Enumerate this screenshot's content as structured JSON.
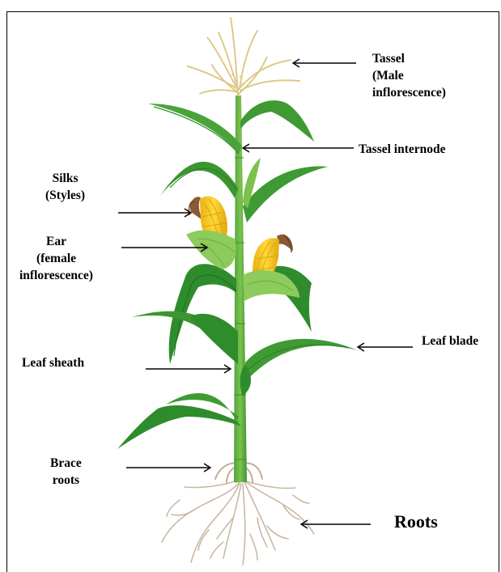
{
  "labels": {
    "tassel": [
      "Tassel",
      "(Male",
      "inflorescence)"
    ],
    "tassel_internode": "Tassel internode",
    "silks": [
      "Silks",
      "(Styles)"
    ],
    "ear": [
      "Ear",
      "(female",
      "inflorescence)"
    ],
    "leaf_blade": "Leaf blade",
    "leaf_sheath": "Leaf sheath",
    "brace_roots": [
      "Brace",
      "roots"
    ],
    "roots": "Roots"
  },
  "colors": {
    "leaf_dark": "#2f8c2c",
    "leaf_mid": "#4aa33a",
    "leaf_light": "#7cc24e",
    "husk": "#8dcb5c",
    "corn": "#f2c418",
    "silk": "#8a5a32",
    "tassel": "#e0cf8e",
    "root": "#c9b9a4"
  }
}
